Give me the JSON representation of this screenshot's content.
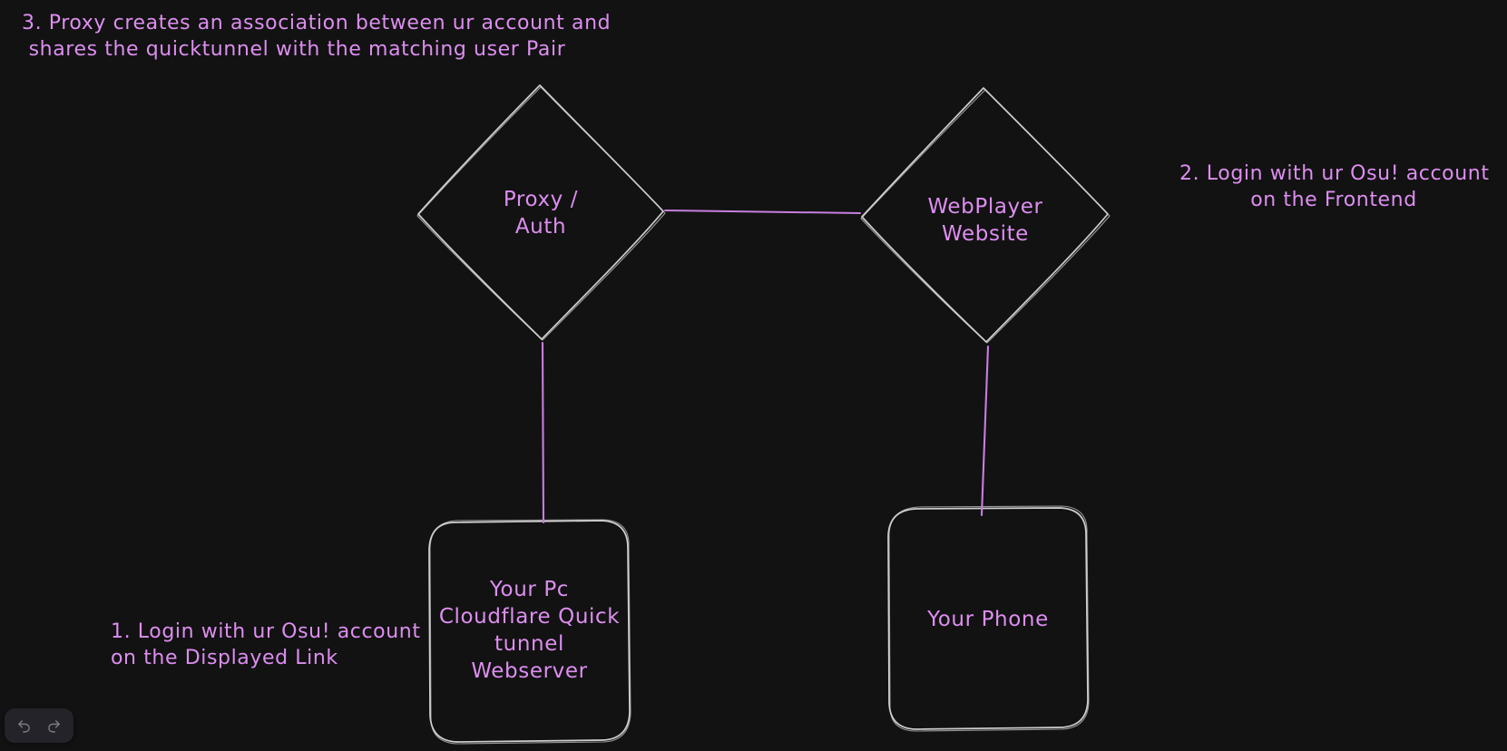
{
  "canvas": {
    "background_color": "#121212",
    "stroke_color": "#cfcfcf",
    "accent_color": "#dd8ef0",
    "link_color": "#c77ee0"
  },
  "nodes": [
    {
      "id": "proxy-auth",
      "shape": "diamond",
      "lines": [
        "Proxy /",
        "Auth"
      ],
      "text": "Proxy /\nAuth"
    },
    {
      "id": "webplayer-website",
      "shape": "diamond",
      "lines": [
        "WebPlayer",
        "Website"
      ],
      "text": "WebPlayer\nWebsite"
    },
    {
      "id": "your-pc",
      "shape": "rounded-rectangle",
      "lines": [
        "Your Pc",
        "Cloudflare Quick",
        "tunnel",
        "Webserver"
      ],
      "text": "Your Pc\nCloudflare Quick\ntunnel\nWebserver"
    },
    {
      "id": "your-phone",
      "shape": "rounded-rectangle",
      "lines": [
        "Your Phone"
      ],
      "text": "Your Phone"
    }
  ],
  "annotations": [
    {
      "id": "step-3",
      "text": "3. Proxy creates an association between ur account and\n shares the quicktunnel with the matching user Pair",
      "align": "left"
    },
    {
      "id": "step-2",
      "text": "2. Login with ur Osu! account\non the Frontend",
      "align": "center"
    },
    {
      "id": "step-1",
      "text": "1. Login with ur Osu! account\non the Displayed Link",
      "align": "left"
    }
  ],
  "connectors": [
    {
      "id": "proxy-to-webplayer",
      "from": "proxy-auth",
      "to": "webplayer-website"
    },
    {
      "id": "proxy-to-your-pc",
      "from": "proxy-auth",
      "to": "your-pc"
    },
    {
      "id": "webplayer-to-your-phone",
      "from": "webplayer-website",
      "to": "your-phone"
    }
  ],
  "toolbar": {
    "undo_label": "Undo",
    "undo_icon": "undo-arrow-icon",
    "redo_label": "Redo",
    "redo_icon": "redo-arrow-icon"
  }
}
